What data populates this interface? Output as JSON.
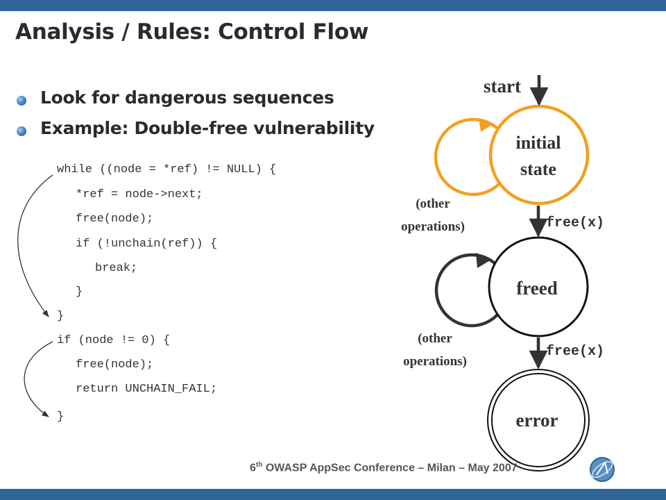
{
  "title": "Analysis / Rules: Control Flow",
  "bullets": [
    "Look for dangerous sequences",
    "Example: Double-free vulnerability"
  ],
  "code_lines": [
    "while ((node = *ref) != NULL) {",
    "*ref = node->next;",
    "free(node);",
    "if (!unchain(ref)) {",
    "break;",
    "}",
    "}",
    "if (node != 0) {",
    "free(node);",
    "return UNCHAIN_FAIL;",
    "}"
  ],
  "diagram": {
    "start_label": "start",
    "states": {
      "initial_line1": "initial",
      "initial_line2": "state",
      "freed": "freed",
      "error": "error"
    },
    "loop_label_line1": "(other",
    "loop_label_line2": "operations)",
    "transition_label": "free(x)",
    "colors": {
      "initial_loop": "#f2a020",
      "freed_loop": "#333333",
      "bar": "#2e6496"
    }
  },
  "footer": {
    "ordinal": "6",
    "ordinal_suffix": "th",
    "text": "OWASP AppSec Conference – Milan – May 2007",
    "logo_icon": "owasp-globe-logo"
  }
}
